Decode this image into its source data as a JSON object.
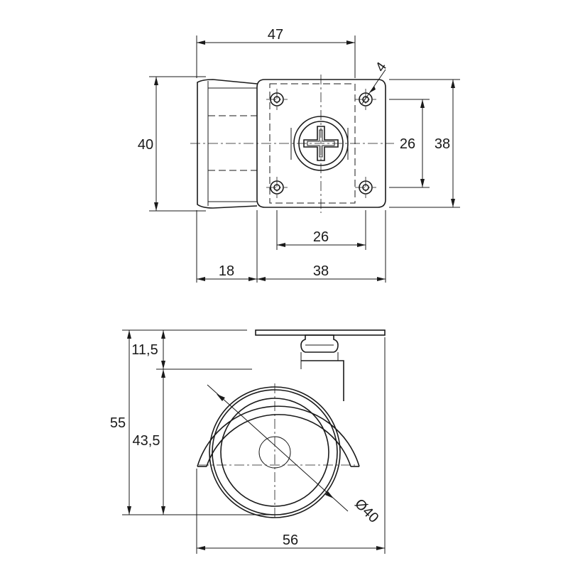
{
  "dimensions": {
    "top_width_overall": "47",
    "top_hole_dia": "4",
    "top_height_overall": "40",
    "top_hole_spacing_vertical": "26",
    "top_plate_height": "38",
    "top_hole_spacing_horizontal": "26",
    "top_offset": "18",
    "top_plate_width": "38",
    "side_plate_thickness": "11,5",
    "side_total_height": "55",
    "side_wheel_height": "43,5",
    "side_wheel_diameter": "Ø40",
    "side_total_width": "56"
  },
  "colors": {
    "line": "#1a1a1a",
    "background": "#ffffff"
  }
}
